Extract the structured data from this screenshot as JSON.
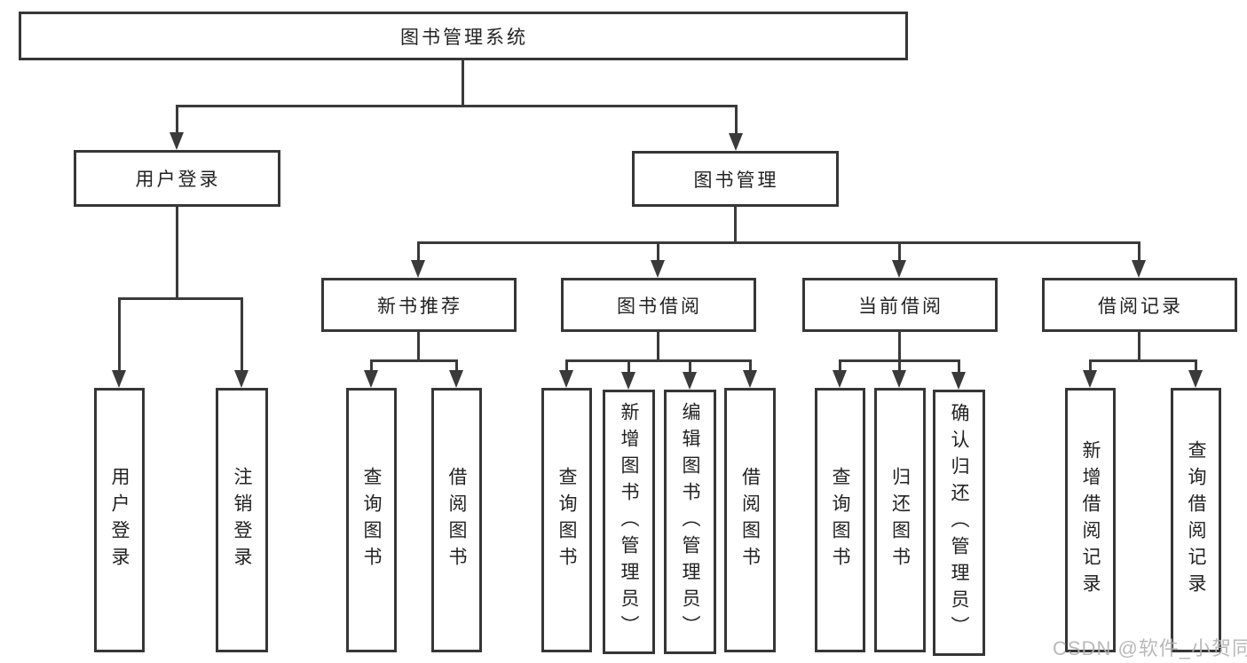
{
  "colors": {
    "line": "#3a3a3a",
    "box_border": "#363636",
    "text": "#222222",
    "watermark": "#b1b1b1",
    "background": "#ffffff"
  },
  "tree": {
    "label": "图书管理系统",
    "children": [
      {
        "label": "用户登录",
        "children": [
          {
            "label": "用户登录"
          },
          {
            "label": "注销登录"
          }
        ]
      },
      {
        "label": "图书管理",
        "children": [
          {
            "label": "新书推荐",
            "children": [
              {
                "label": "查询图书"
              },
              {
                "label": "借阅图书"
              }
            ]
          },
          {
            "label": "图书借阅",
            "children": [
              {
                "label": "查询图书"
              },
              {
                "label": "新增图书（管理员）"
              },
              {
                "label": "编辑图书（管理员）"
              },
              {
                "label": "借阅图书"
              }
            ]
          },
          {
            "label": "当前借阅",
            "children": [
              {
                "label": "查询图书"
              },
              {
                "label": "归还图书"
              },
              {
                "label": "确认归还（管理员）"
              }
            ]
          },
          {
            "label": "借阅记录",
            "children": [
              {
                "label": "新增借阅记录"
              },
              {
                "label": "查询借阅记录"
              }
            ]
          }
        ]
      }
    ]
  },
  "watermark": {
    "text": "CSDN @软件_小贺同学"
  }
}
